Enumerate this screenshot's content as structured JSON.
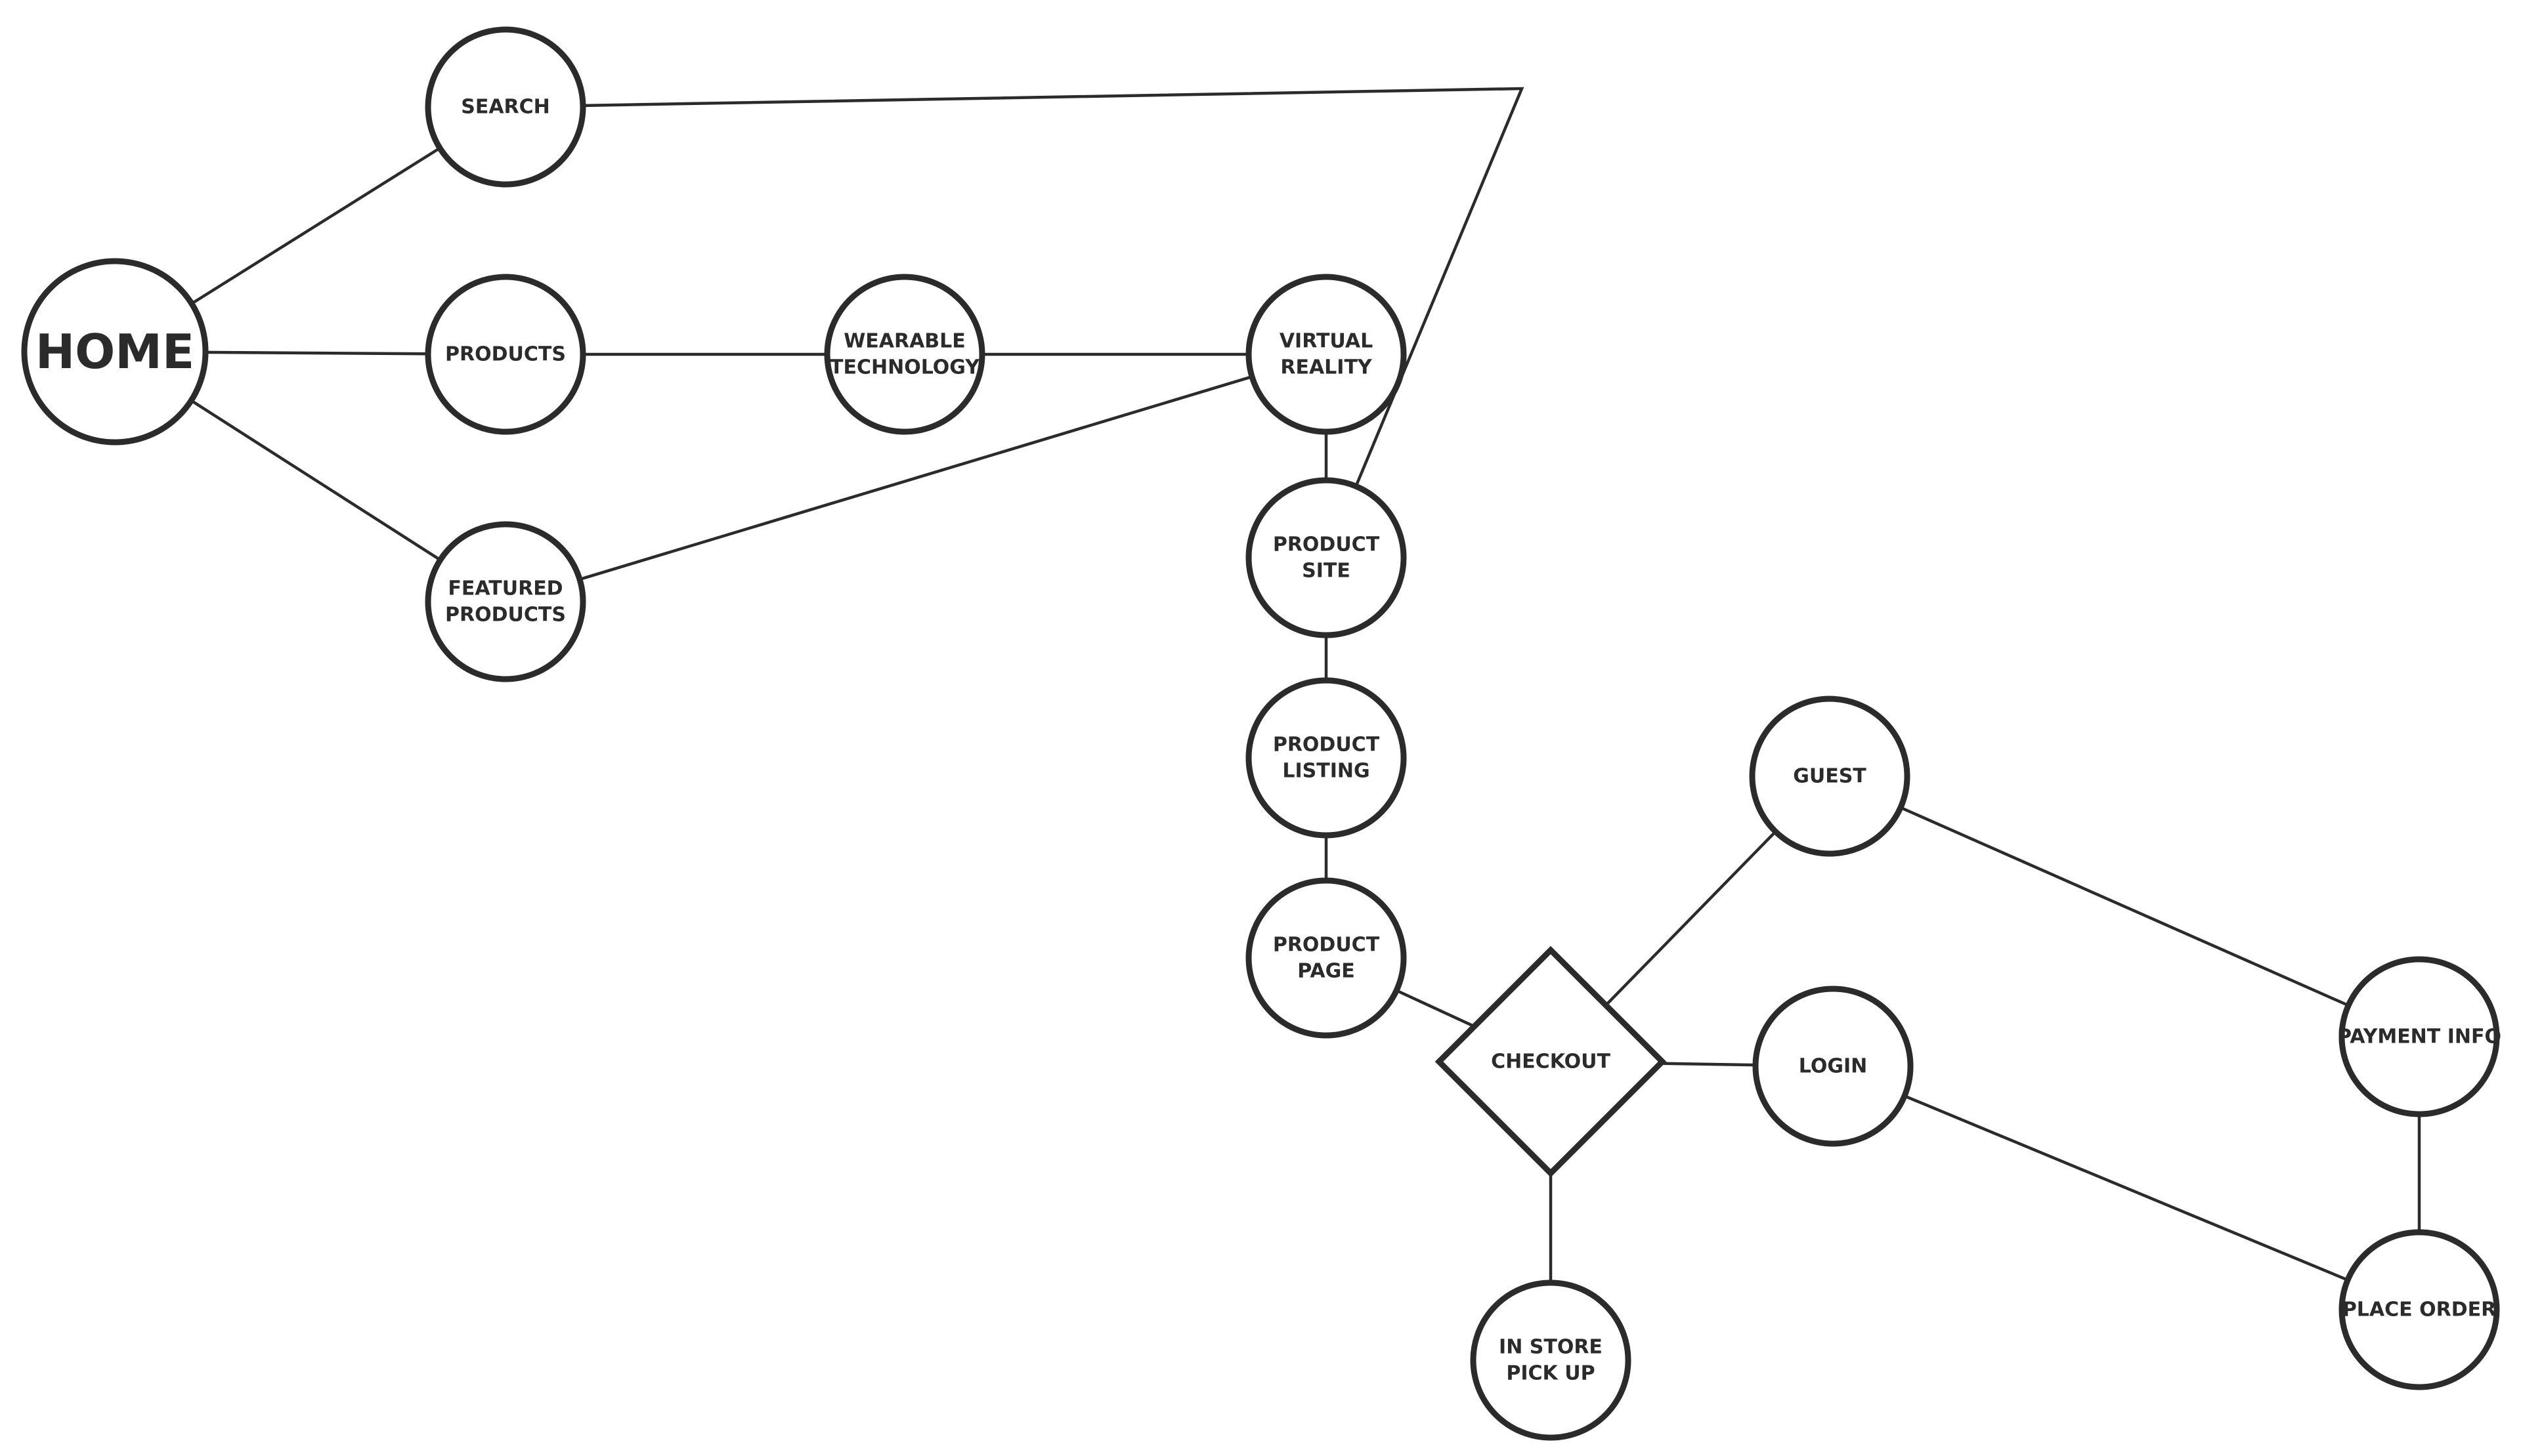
{
  "nodes": {
    "home": [
      "HOME"
    ],
    "search": [
      "SEARCH"
    ],
    "products": [
      "PRODUCTS"
    ],
    "featured": [
      "FEATURED",
      "PRODUCTS"
    ],
    "wearable": [
      "WEARABLE",
      "TECHNOLOGY"
    ],
    "vr": [
      "VIRTUAL",
      "REALITY"
    ],
    "product_site": [
      "PRODUCT",
      "SITE"
    ],
    "product_listing": [
      "PRODUCT",
      "LISTING"
    ],
    "product_page": [
      "PRODUCT",
      "PAGE"
    ],
    "checkout": [
      "CHECKOUT"
    ],
    "guest": [
      "GUEST"
    ],
    "login": [
      "LOGIN"
    ],
    "instore": [
      "IN STORE",
      "PICK UP"
    ],
    "payment": [
      "PAYMENT INFO"
    ],
    "place_order": [
      "PLACE ORDER"
    ]
  },
  "edges": [
    [
      "home",
      "search"
    ],
    [
      "home",
      "products"
    ],
    [
      "home",
      "featured"
    ],
    [
      "products",
      "wearable"
    ],
    [
      "wearable",
      "vr"
    ],
    [
      "featured",
      "vr"
    ],
    [
      "vr",
      "product_site"
    ],
    [
      "search",
      "product_site"
    ],
    [
      "product_site",
      "product_listing"
    ],
    [
      "product_listing",
      "product_page"
    ],
    [
      "product_page",
      "checkout"
    ],
    [
      "checkout",
      "guest"
    ],
    [
      "checkout",
      "login"
    ],
    [
      "checkout",
      "instore"
    ],
    [
      "guest",
      "payment"
    ],
    [
      "login",
      "place_order"
    ],
    [
      "payment",
      "place_order"
    ]
  ],
  "colors": {
    "stroke": "#2b2b2b",
    "background": "#ffffff"
  }
}
